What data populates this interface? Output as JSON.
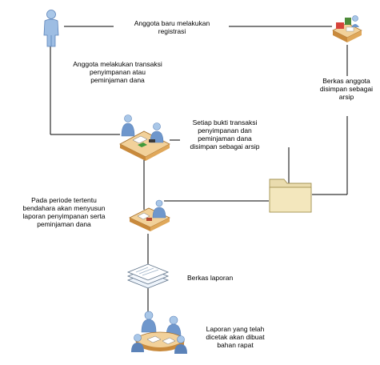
{
  "labels": {
    "registrasi": [
      "Anggota baru melakukan",
      "registrasi"
    ],
    "transaksi": [
      "Anggota melakukan transaksi",
      "penyimpanan atau",
      "peminjaman dana"
    ],
    "berkas_anggota": [
      "Berkas anggota",
      "disimpan sebagai",
      "arsip"
    ],
    "bukti": [
      "Setiap bukti transaksi",
      "penyimpanan dan",
      "peminjaman dana",
      "disimpan sebagai arsip"
    ],
    "periode": [
      "Pada periode tertentu",
      "bendahara akan menyusun",
      "laporan penyimpanan serta",
      "peminjaman dana"
    ],
    "berkas_laporan": [
      "Berkas laporan"
    ],
    "rapat": [
      "Laporan yang telah",
      "dicetak akan dibuat",
      "bahan rapat"
    ]
  },
  "icons": {
    "member": "person-standing-icon",
    "registration_desk": "desk-clerk-icon",
    "transaction_desk": "transaction-meeting-icon",
    "archive_folder": "folder-icon",
    "treasurer_desk": "treasurer-desk-icon",
    "report_documents": "document-stack-icon",
    "meeting": "meeting-table-icon"
  },
  "colors": {
    "line": "#000000",
    "person_light": "#a9c7e8",
    "person_dark": "#5b82b8",
    "desk_top": "#f2d19a",
    "desk_side": "#c98a3c",
    "folder": "#eadcae",
    "folder_edge": "#a69455"
  }
}
